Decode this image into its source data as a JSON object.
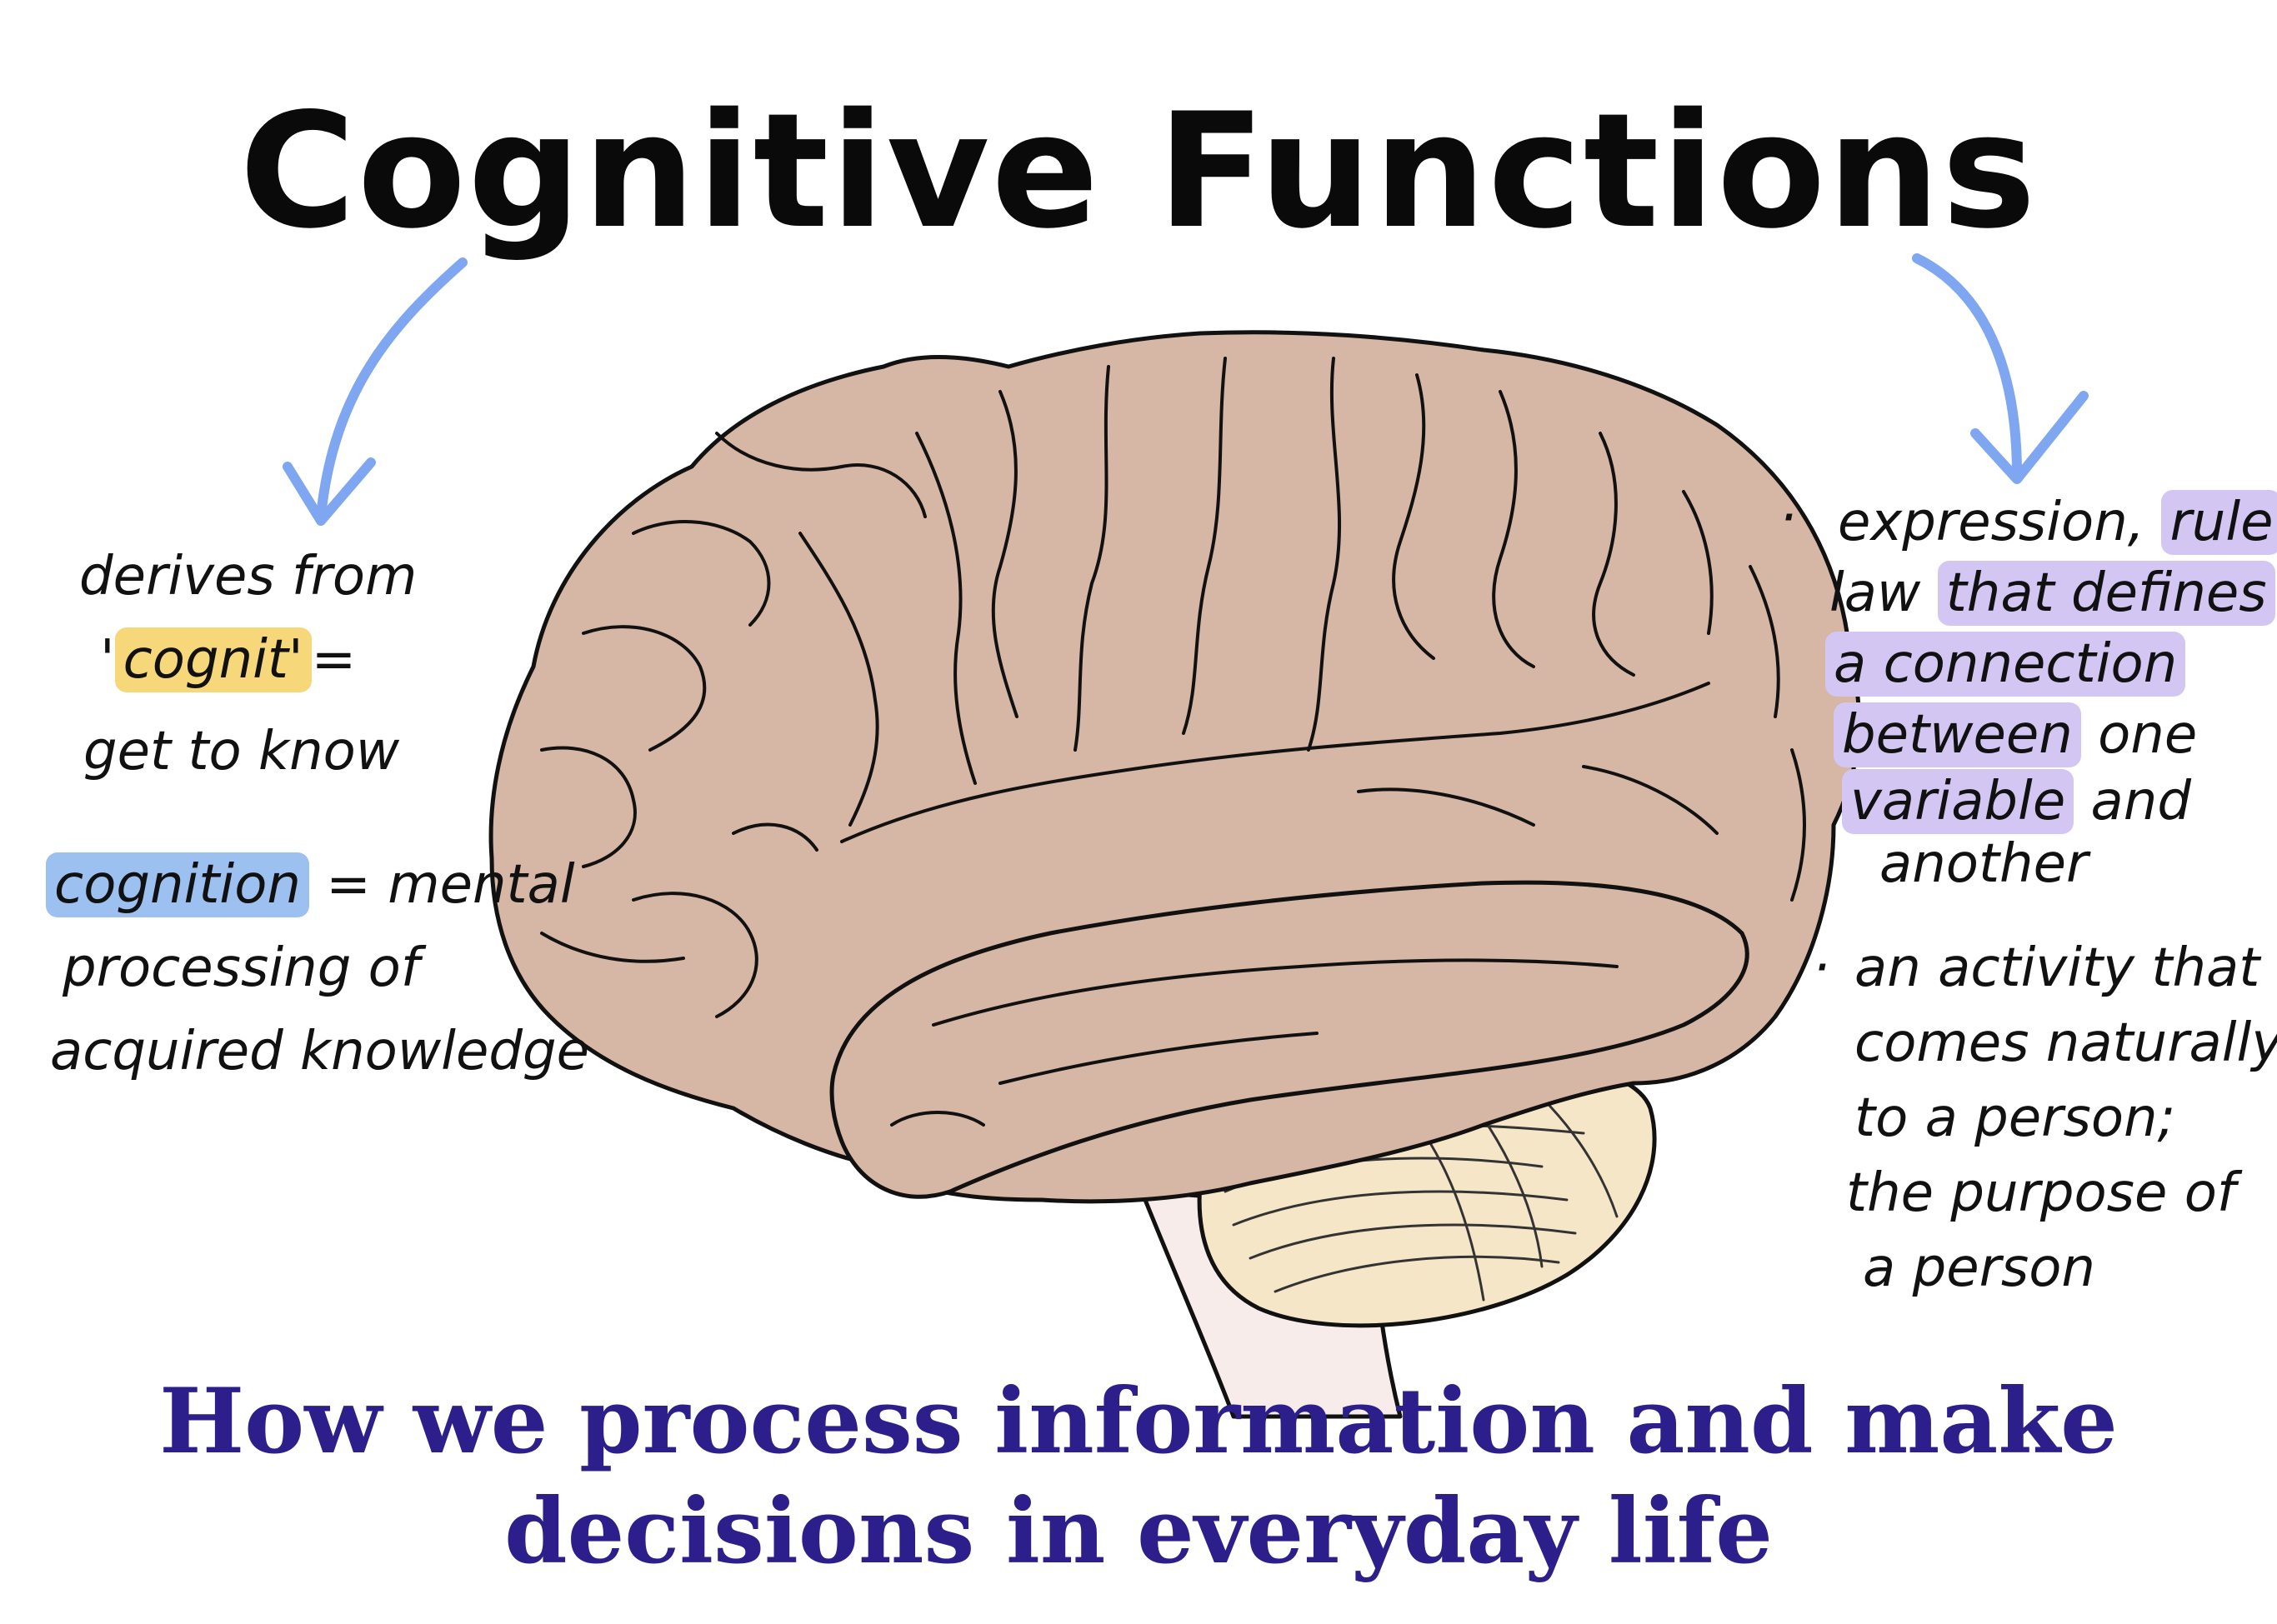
{
  "title": "Cognitive Functions",
  "subtitle": {
    "line1": "How we process information and make",
    "line2": "decisions in everyday life"
  },
  "left_notes": {
    "l1": "derives from",
    "l2_mark": "'",
    "l2_hl": "cognit'",
    "l2_rest": "=",
    "l3": "get to know",
    "l4_hl": "cognition",
    "l4_rest": "= mental",
    "l5": "processing of",
    "l6": "acquired knowledge"
  },
  "right_notes": {
    "b1": "·",
    "r1_a": "expression,",
    "r1_hl": "rule",
    "r1_c": ",",
    "r2_a": "law",
    "r2_hl": "that defines",
    "r3_hl": "a connection",
    "r4_hl": "between",
    "r4_rest": "one",
    "r5_hl": "variable",
    "r5_rest": "and",
    "r6": "another",
    "b2": "·",
    "r7": "an activity that",
    "r8": "comes naturally",
    "r9": "to a person;",
    "r10": "the purpose of",
    "r11": "a person"
  },
  "colors": {
    "title": "#0a0a0a",
    "subtitle": "#2c1f8c",
    "arrow": "#7fa6f0",
    "cerebrum": "#d6b6a4",
    "cerebellum": "#f6e6c8",
    "brainstem": "#f7ecea",
    "highlight_yellow": "#f6d77a",
    "highlight_blue": "#9cc0f0",
    "highlight_purple": "#d4c6f2"
  },
  "icons": [
    "left-arrow-icon",
    "right-arrow-icon",
    "brain-illustration"
  ]
}
